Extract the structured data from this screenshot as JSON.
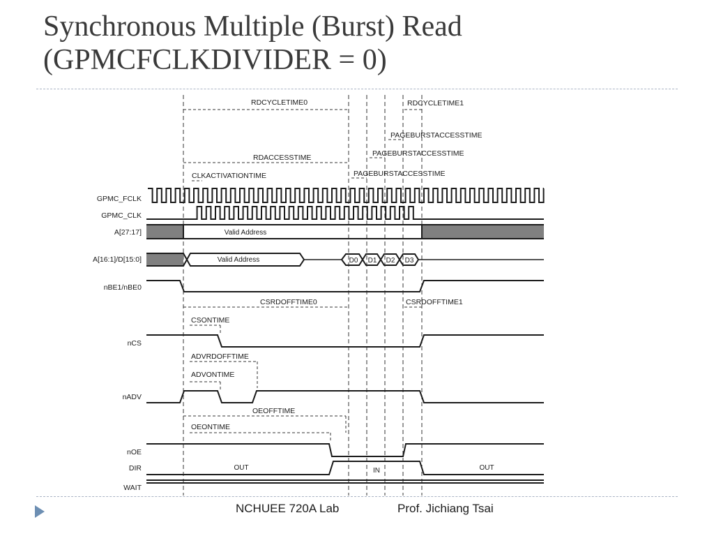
{
  "slide": {
    "title_line1": "Synchronous Multiple (Burst) Read",
    "title_line2": "(GPMCFCLKDIVIDER = 0)"
  },
  "diagram": {
    "timing_labels": {
      "rdcycletime0": "RDCYCLETIME0",
      "rdcycletime1": "RDCYCLETIME1",
      "pageburst_1": "PAGEBURSTACCESSTIME",
      "pageburst_2": "PAGEBURSTACCESSTIME",
      "pageburst_3": "PAGEBURSTACCESSTIME",
      "rdaccesstime": "RDACCESSTIME",
      "clkactivationtime": "CLKACTIVATIONTIME",
      "csrdofftime0": "CSRDOFFTIME0",
      "csrdofftime1": "CSRDOFFTIME1",
      "csontime": "CSONTIME",
      "advrdofftime": "ADVRDOFFTIME",
      "advontime": "ADVONTIME",
      "oeofftime": "OEOFFTIME",
      "oeontime": "OEONTIME"
    },
    "signals": {
      "gpmc_fclk": "GPMC_FCLK",
      "gpmc_clk": "GPMC_CLK",
      "addr_hi": "A[27:17]",
      "addr_data": "A[16:1]/D[15:0]",
      "nbe": "nBE1/nBE0",
      "ncs": "nCS",
      "nadv": "nADV",
      "noe": "nOE",
      "dir": "DIR",
      "wait": "WAIT"
    },
    "bus_values": {
      "valid_address_1": "Valid Address",
      "valid_address_2": "Valid Address",
      "d0": "D0",
      "d1": "D1",
      "d2": "D2",
      "d3": "D3",
      "dir_out_1": "OUT",
      "dir_in": "IN",
      "dir_out_2": "OUT"
    },
    "colors": {
      "line": "#1a1a1a",
      "shade": "#808080",
      "dashed": "#333333"
    }
  },
  "footer": {
    "lab": "NCHUEE 720A Lab",
    "professor": "Prof. Jichiang Tsai"
  }
}
